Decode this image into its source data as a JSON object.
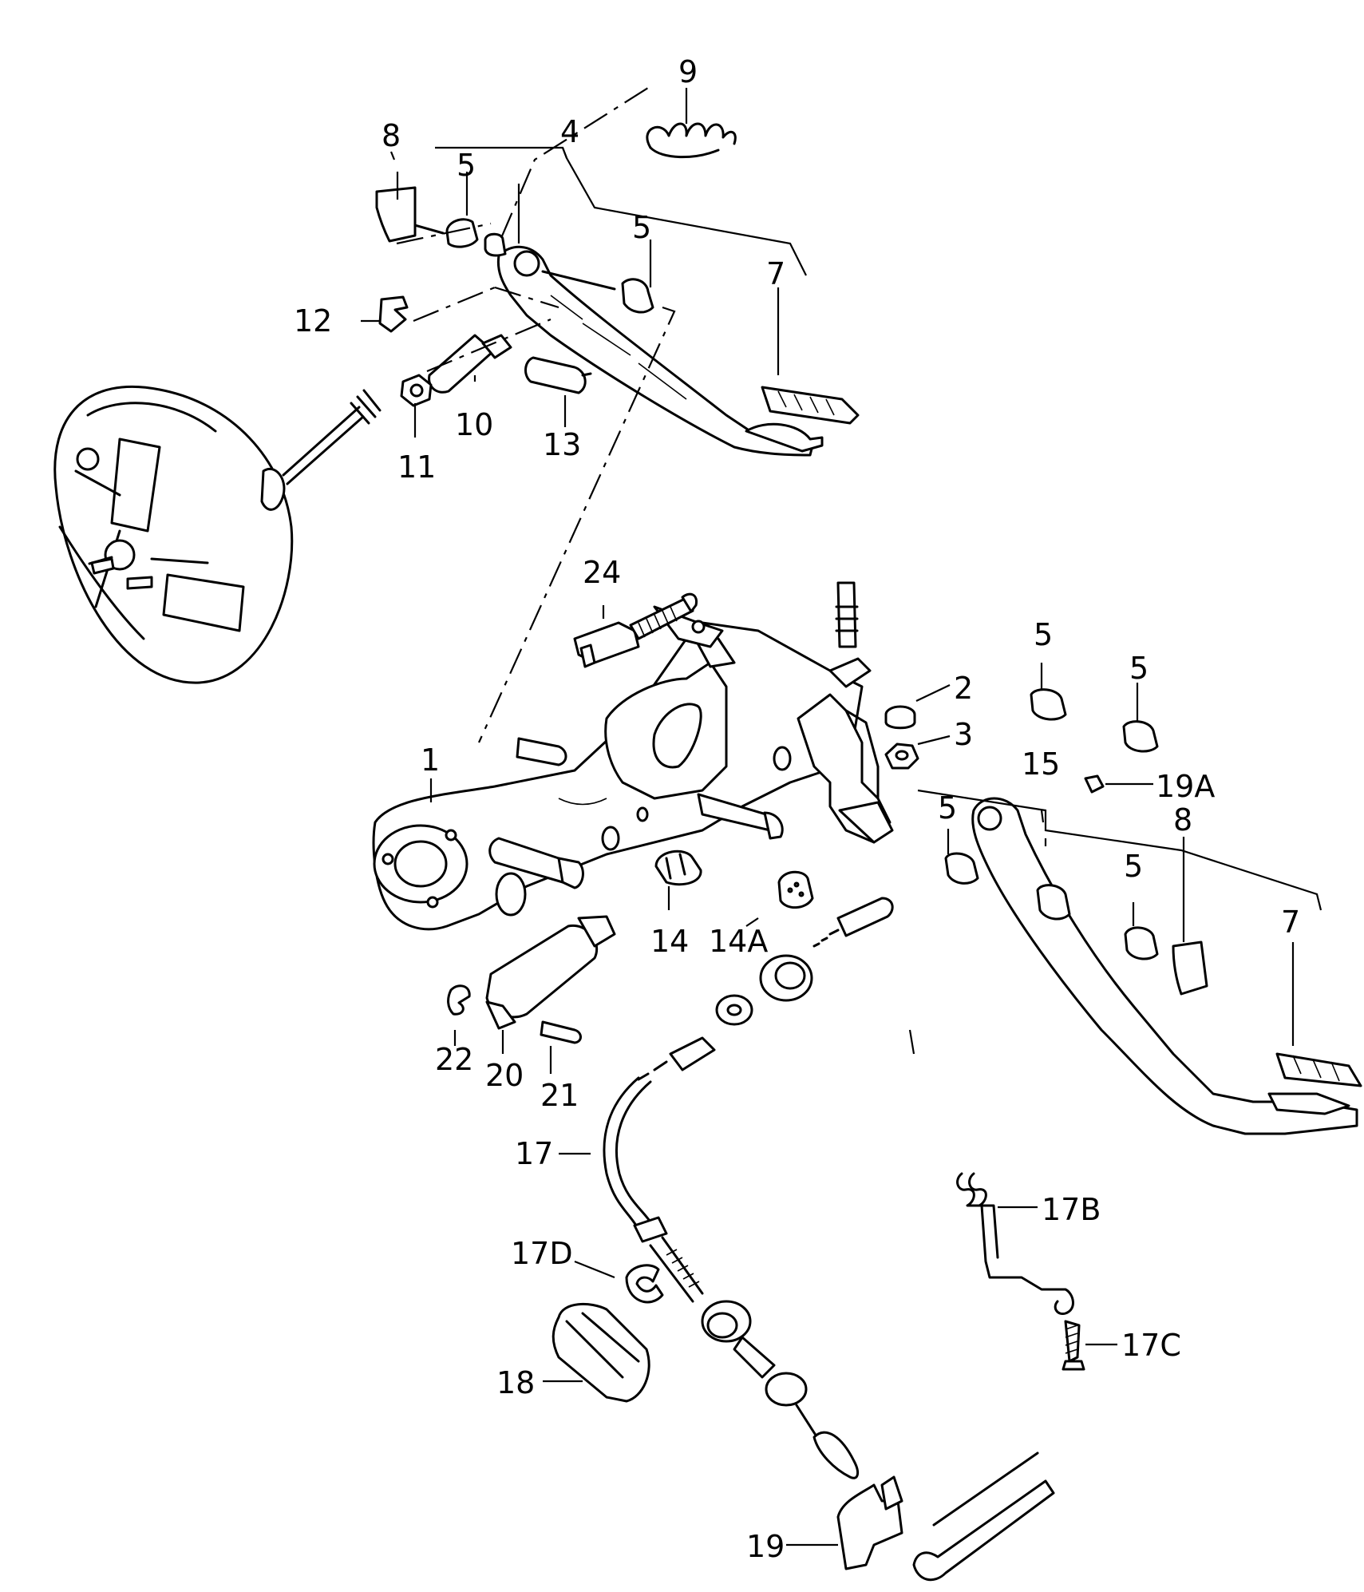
{
  "labels": {
    "l1": "1",
    "l2": "2",
    "l3": "3",
    "l4": "4",
    "l5a": "5",
    "l5b": "5",
    "l5c": "5",
    "l5d": "5",
    "l5e": "5",
    "l5f": "5",
    "l7a": "7",
    "l7b": "7",
    "l8a": "8",
    "l8b": "8",
    "l9": "9",
    "l10": "10",
    "l11": "11",
    "l12": "12",
    "l13": "13",
    "l14": "14",
    "l14a": "14A",
    "l15": "15",
    "l17": "17",
    "l17b": "17B",
    "l17c": "17C",
    "l17d": "17D",
    "l18": "18",
    "l19": "19",
    "l19a": "19A",
    "l20": "20",
    "l21": "21",
    "l22": "22",
    "l24": "24"
  }
}
